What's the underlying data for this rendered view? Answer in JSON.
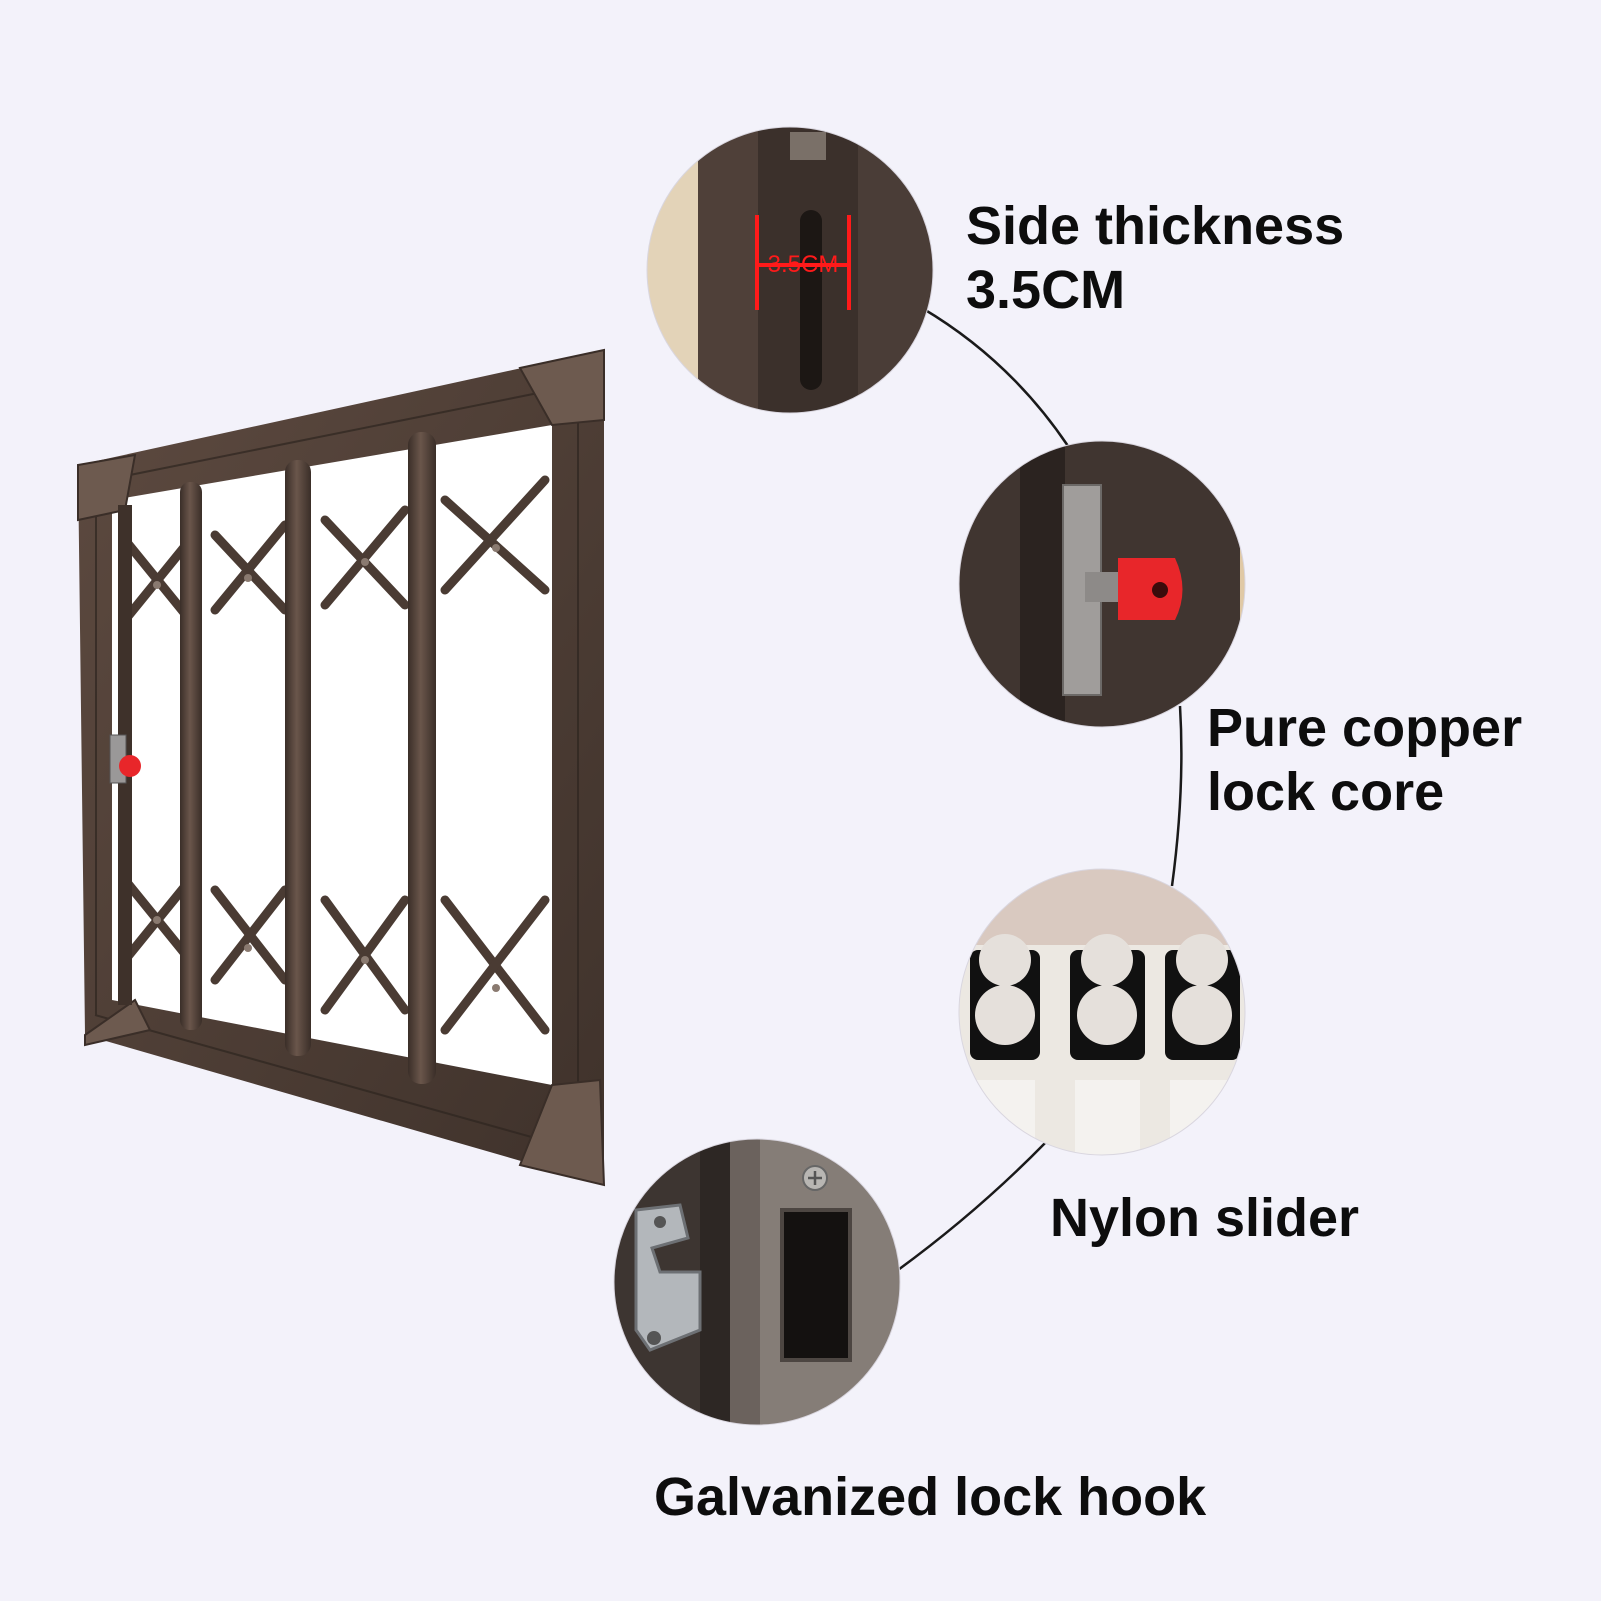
{
  "labels": {
    "side_thickness": [
      "Side thickness",
      "3.5CM"
    ],
    "copper_lock": [
      "Pure copper",
      "lock core"
    ],
    "nylon_slider": "Nylon slider",
    "lock_hook": "Galvanized lock hook"
  },
  "callouts": {
    "thickness_mark": "3.5CM"
  },
  "colors": {
    "background": "#f3f2fa",
    "frame_brown": "#4f3f36",
    "lock_red": "#e8262a",
    "text": "#0d0d0d"
  }
}
